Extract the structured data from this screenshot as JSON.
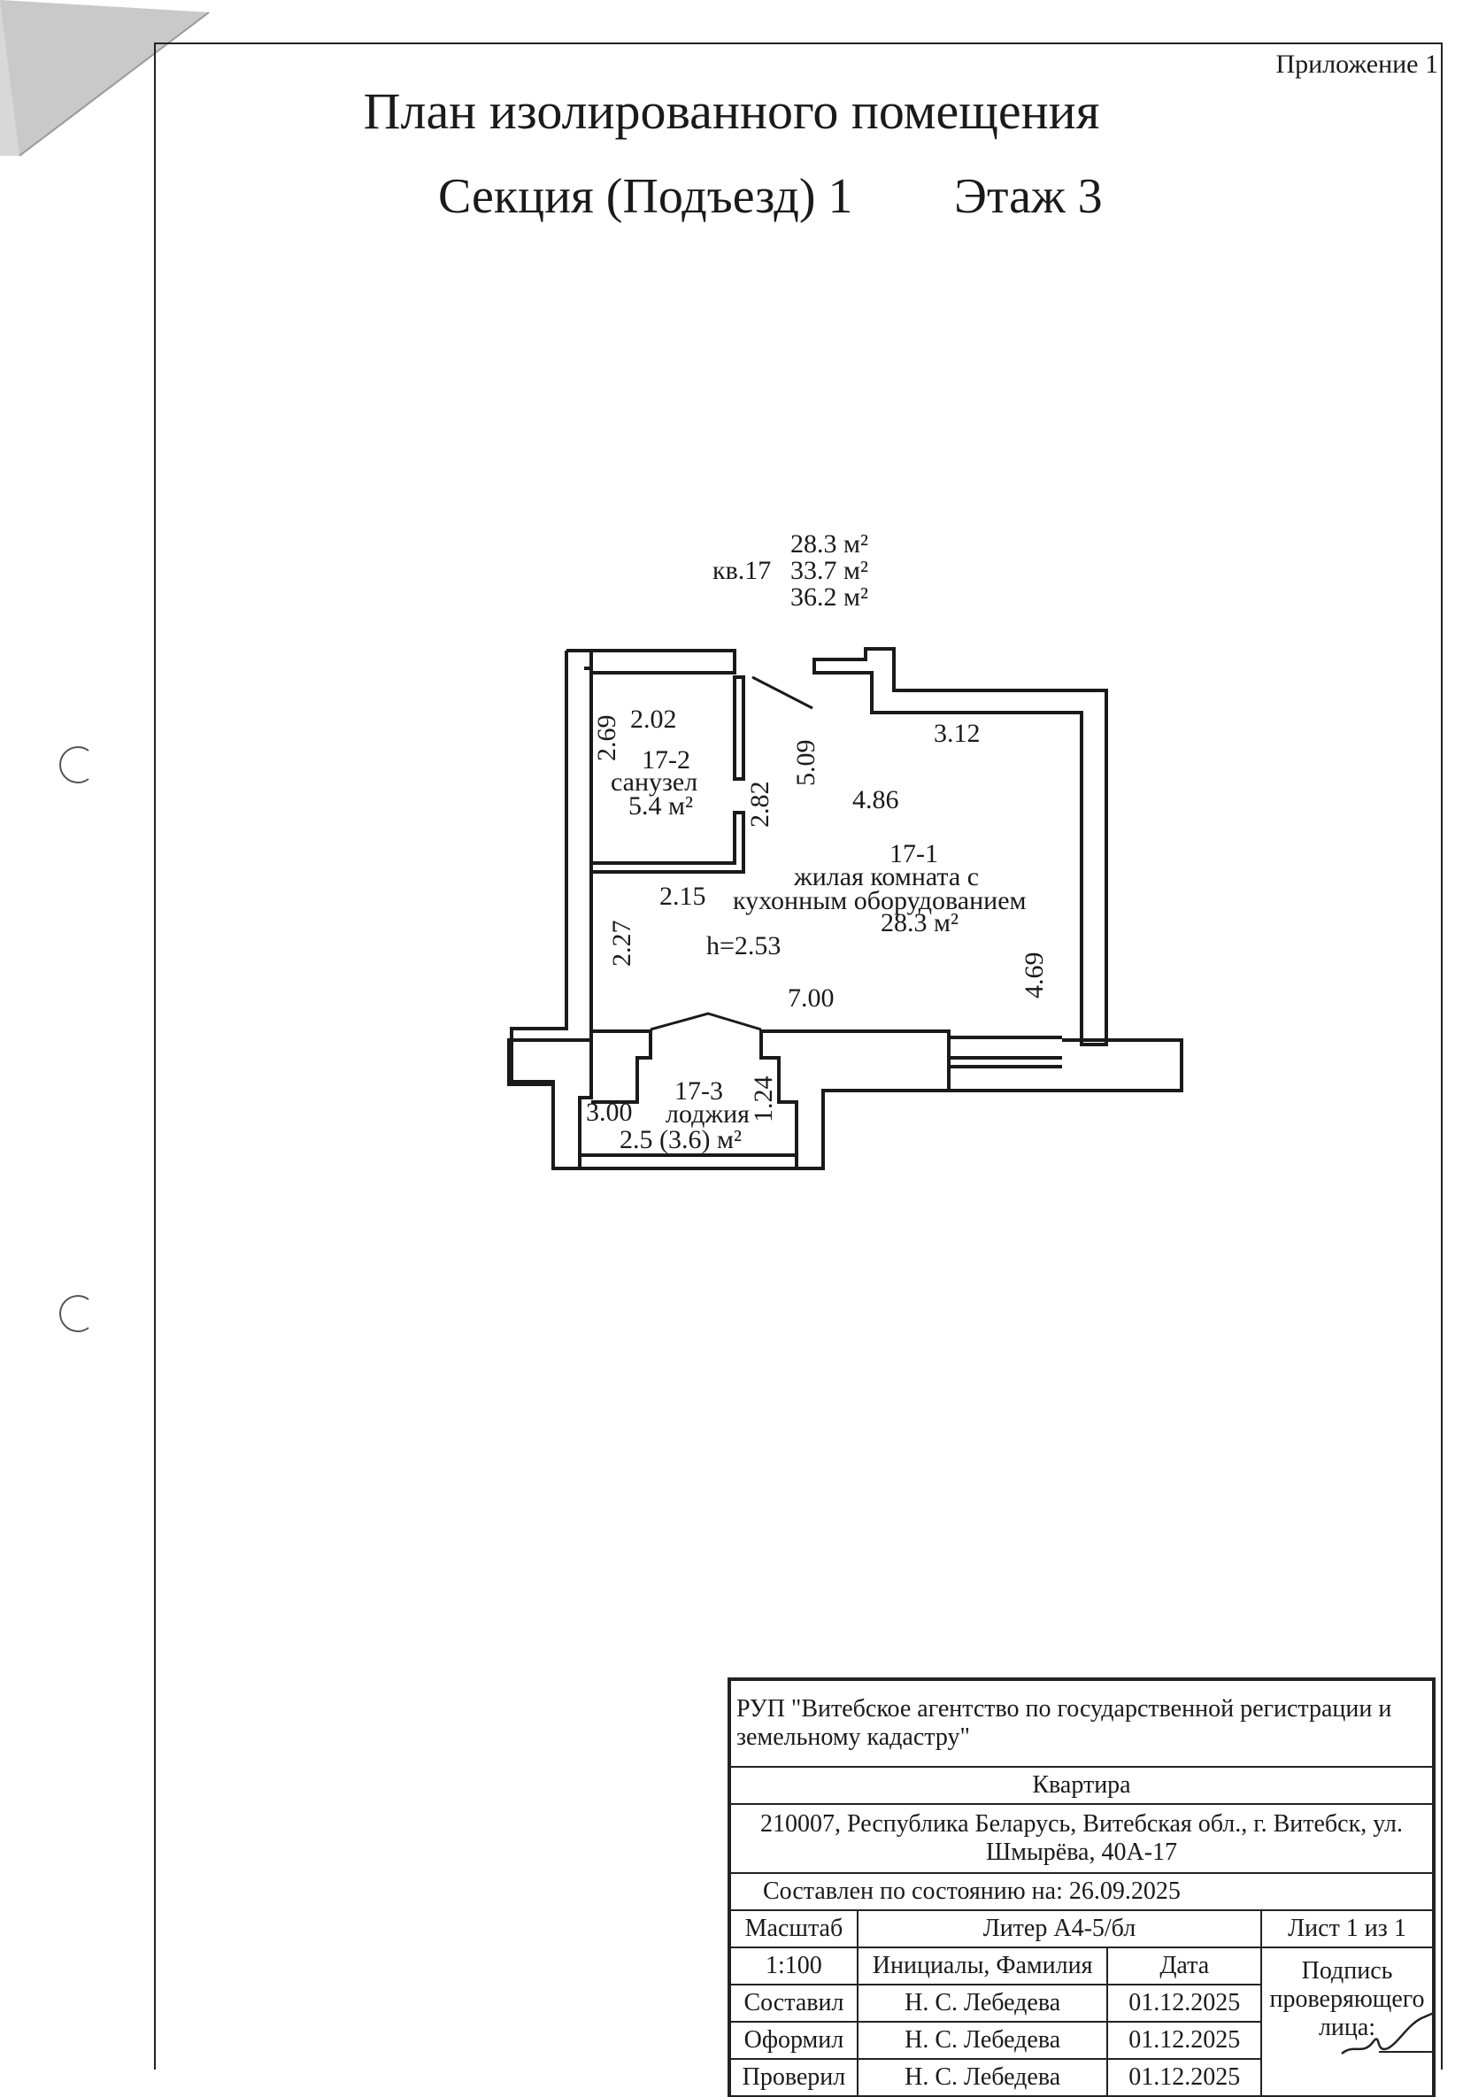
{
  "header": {
    "appendix": "Приложение 1",
    "title": "План изолированного помещения",
    "section": "Секция (Подъезд) 1",
    "floor": "Этаж 3"
  },
  "plan": {
    "apartment": {
      "label": "кв.17",
      "areas": [
        "28.3 м²",
        "33.7 м²",
        "36.2 м²"
      ]
    },
    "ceiling_height": "h=2.53",
    "rooms": [
      {
        "id": "17-1",
        "name_line1": "жилая комната с",
        "name_line2": "кухонным оборудованием",
        "area": "28.3 м²"
      },
      {
        "id": "17-2",
        "name": "санузел",
        "area": "5.4 м²"
      },
      {
        "id": "17-3",
        "name": "лоджия",
        "area": "2.5 (3.6) м²"
      }
    ],
    "dimensions": {
      "bath_height": "2.69",
      "bath_width": "2.02",
      "bath_wall": "2.82",
      "corridor_height": "5.09",
      "top_right": "3.12",
      "room_inner": "4.86",
      "hall_width": "2.15",
      "hall_height": "2.27",
      "bottom_width": "7.00",
      "right_height": "4.69",
      "loggia_width": "3.00",
      "loggia_depth": "1.24"
    }
  },
  "stamp": {
    "organization": "РУП \"Витебское агентство по государственной регистрации и земельному кадастру\"",
    "object_type": "Квартира",
    "address": "210007, Республика Беларусь, Витебская обл., г. Витебск, ул. Шмырёва, 40А-17",
    "state_as_of_label": "Составлен по состоянию на:",
    "state_as_of_date": "26.09.2025",
    "scale_label": "Масштаб",
    "scale_value": "1:100",
    "liter": "Литер А4-5/бл",
    "sheet": "Лист 1 из 1",
    "col_initials": "Инициалы, Фамилия",
    "col_date": "Дата",
    "col_signature": "Подпись проверяющего лица:",
    "rows": [
      {
        "role": "Составил",
        "name": "Н. С. Лебедева",
        "date": "01.12.2025"
      },
      {
        "role": "Оформил",
        "name": "Н. С. Лебедева",
        "date": "01.12.2025"
      },
      {
        "role": "Проверил",
        "name": "Н. С. Лебедева",
        "date": "01.12.2025"
      }
    ]
  }
}
